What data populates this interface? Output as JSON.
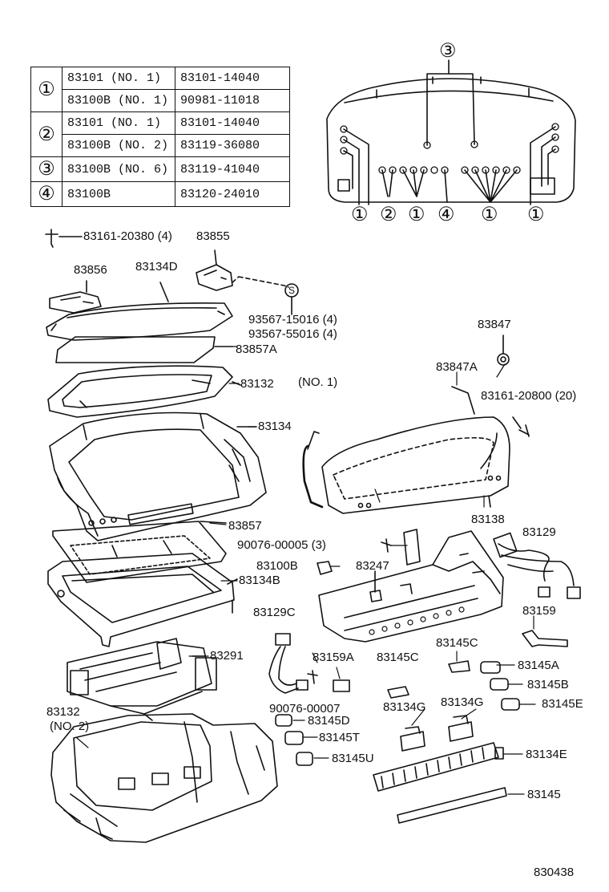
{
  "legend": [
    {
      "num": "①",
      "rows": [
        [
          "83101 (NO. 1)",
          "83101-14040"
        ],
        [
          "83100B (NO. 1)",
          "90981-11018"
        ]
      ]
    },
    {
      "num": "②",
      "rows": [
        [
          "83101   (NO. 1)",
          "83101-14040"
        ],
        [
          "83100B (NO. 2)",
          "83119-36080"
        ]
      ]
    },
    {
      "num": "③",
      "rows": [
        [
          "83100B (NO. 6)",
          "83119-41040"
        ]
      ]
    },
    {
      "num": "④",
      "rows": [
        [
          "83100B",
          "83120-24010"
        ]
      ]
    }
  ],
  "cluster_callouts": {
    "top": "③",
    "bottom": [
      "①",
      "②",
      "①",
      "④",
      "①",
      "①"
    ]
  },
  "labels": {
    "l01": "83161-20380 (4)",
    "l02": "83855",
    "l03": "83856",
    "l04": "83134D",
    "l05": "S",
    "l06": "93567-15016 (4)",
    "l07": "93567-55016 (4)",
    "l08": "83857A",
    "l09": "83132",
    "l10": "(NO. 1)",
    "l11": "83134",
    "l12": "83847",
    "l13": "83847A",
    "l14": "83161-20800 (20)",
    "l15": "83138",
    "l16": "83857",
    "l17": "90076-00005 (3)",
    "l18": "83129",
    "l19": "83100B",
    "l20": "83247",
    "l21": "83134B",
    "l22": "83129C",
    "l23": "83159",
    "l24": "83291",
    "l25": "83145C",
    "l26": "83159A",
    "l27": "83145C",
    "l28": "83145A",
    "l29": "83145B",
    "l30": "90076-00007",
    "l31": "83134G",
    "l32": "83134G",
    "l33": "83145E",
    "l34": "83132",
    "l35": "(NO. 2)",
    "l36": "83145D",
    "l37": "83145T",
    "l38": "83134E",
    "l39": "83145U",
    "l40": "83145",
    "l41": "830438"
  }
}
